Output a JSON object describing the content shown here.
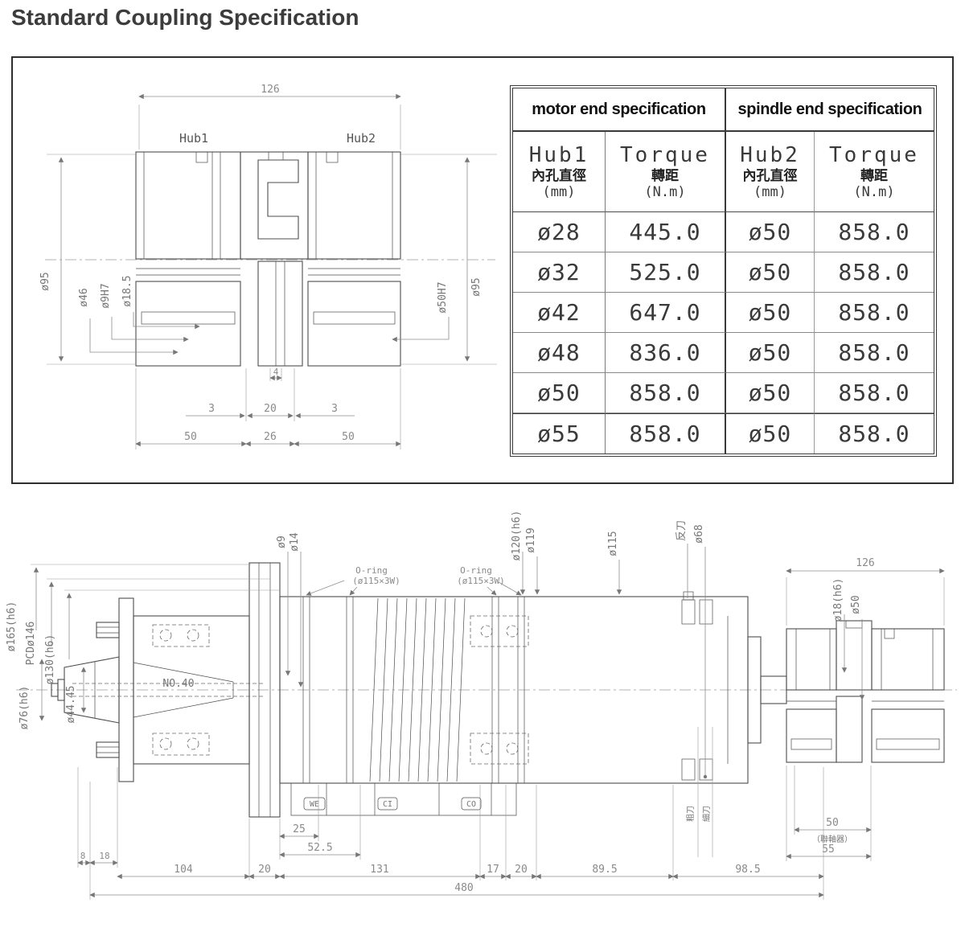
{
  "page": {
    "title": "Standard Coupling Specification"
  },
  "coupling_drawing": {
    "dim126": "126",
    "hub1": "Hub1",
    "hub2": "Hub2",
    "d95l": "ø95",
    "d46": "ø46",
    "d9h7": "ø9H7",
    "d185": "ø18.5",
    "d50h7": "ø50H7",
    "d95r": "ø95",
    "d4": "4",
    "d3l": "3",
    "d20": "20",
    "d3r": "3",
    "d50a": "50",
    "d26": "26",
    "d50b": "50"
  },
  "spec_table": {
    "group_headers": [
      "motor end specification",
      "spindle end specification"
    ],
    "sub_headers": [
      {
        "name": "Hub1",
        "cn": "內孔直徑",
        "unit": "(mm)"
      },
      {
        "name": "Torque",
        "cn": "轉距",
        "unit": "(N.m)"
      },
      {
        "name": "Hub2",
        "cn": "內孔直徑",
        "unit": "(mm)"
      },
      {
        "name": "Torque",
        "cn": "轉距",
        "unit": "(N.m)"
      }
    ],
    "rows": [
      [
        "ø28",
        "445.0",
        "ø50",
        "858.0"
      ],
      [
        "ø32",
        "525.0",
        "ø50",
        "858.0"
      ],
      [
        "ø42",
        "647.0",
        "ø50",
        "858.0"
      ],
      [
        "ø48",
        "836.0",
        "ø50",
        "858.0"
      ],
      [
        "ø50",
        "858.0",
        "ø50",
        "858.0"
      ],
      [
        "ø55",
        "858.0",
        "ø50",
        "858.0"
      ]
    ]
  },
  "spindle_drawing": {
    "labels": {
      "d9": "ø9",
      "d14": "ø14",
      "oring1_l1": "O-ring",
      "oring1_l2": "(ø115×3W)",
      "oring2_l1": "O-ring",
      "oring2_l2": "(ø115×3W)",
      "d120": "ø120(h6)",
      "d119": "ø119",
      "d115": "ø115",
      "fandao": "反刀",
      "d68": "ø68",
      "dim126": "126",
      "d18": "ø18(h6)",
      "d50": "ø50",
      "d165": "ø165(h6)",
      "pcd146": "PCDø146",
      "d130": "ø130(h6)",
      "d76": "ø76(h6)",
      "d4445": "ø44.45",
      "no40": "NO.40",
      "cudao": "粗刀",
      "xidao": "細刀",
      "we": "WE",
      "ci": "CI",
      "co": "CO"
    },
    "dims": {
      "d8": "8",
      "d18len": "18",
      "d104": "104",
      "d20a": "20",
      "d25": "25",
      "d525": "52.5",
      "d131": "131",
      "d17": "17",
      "d20b": "20",
      "d895": "89.5",
      "d985": "98.5",
      "d480": "480",
      "d50cp": "50",
      "coupling_note": "（聯軸器）",
      "d55": "55"
    }
  }
}
